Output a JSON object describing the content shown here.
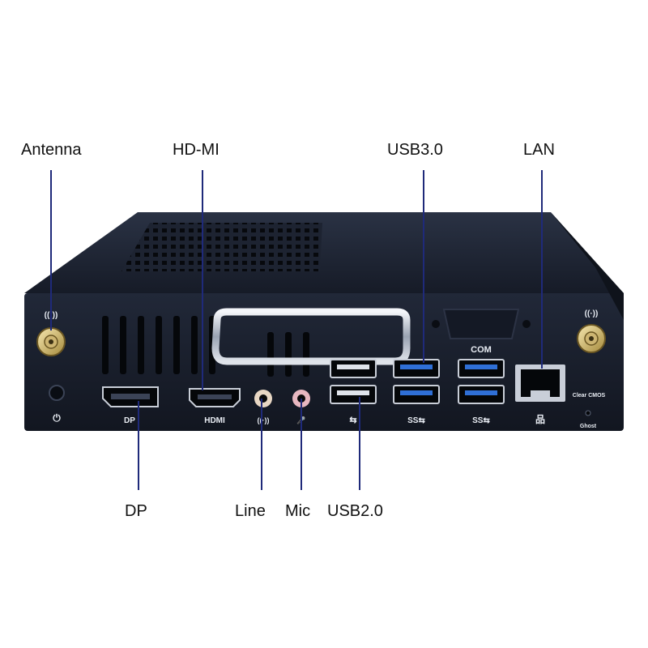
{
  "callouts": {
    "antenna": "Antenna",
    "hdmi_top": "HD-MI",
    "usb3": "USB3.0",
    "lan": "LAN",
    "dp": "DP",
    "line": "Line",
    "mic": "Mic",
    "usb2": "USB2.0"
  },
  "silkscreen": {
    "dp": "DP",
    "hdmi": "HDMI",
    "com": "COM",
    "clear_cmos": "Clear CMOS",
    "ghost": "Ghost",
    "usb3_logo": "SS⇆"
  },
  "colors": {
    "chassis": "#1a2030",
    "callout_line": "#1f2a7a",
    "usb3_blue": "#2f6fd6",
    "line_jack": "#e8d7c4",
    "mic_jack": "#e7b7c0"
  }
}
